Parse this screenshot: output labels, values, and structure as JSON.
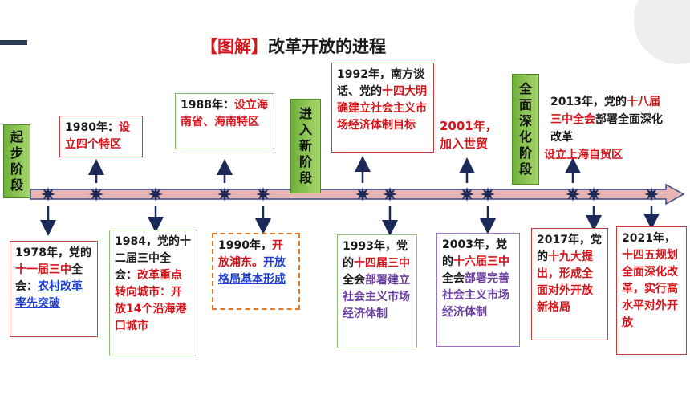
{
  "title": {
    "bracket": "【图解】",
    "main": "改革开放的进程"
  },
  "stages": [
    {
      "id": "qibu",
      "label": "起步阶段"
    },
    {
      "id": "xinjieduan",
      "label": "进入新阶段"
    },
    {
      "id": "quanmian",
      "label": "全面深化阶段"
    }
  ],
  "events": {
    "e1980": {
      "a": "1980年：",
      "b": "设立四个特区"
    },
    "e1988": {
      "a": "1988年：",
      "b": "设立海南省、海南特区"
    },
    "e1992": {
      "a": "1992年，南方谈话、党的",
      "b": "十四大明确建立社会主义市场经济体制目标"
    },
    "e2001": {
      "a": "2001年，加入世贸"
    },
    "e2013": {
      "a": "2013年，党的",
      "b": "十八届三中全会",
      "c": "部署全面深化改革",
      "d": "设立上海自贸区"
    },
    "e1978": {
      "a": "1978年，党的",
      "b": "十一届三中",
      "c": "全会：",
      "d": "农村改革率先突破"
    },
    "e1984": {
      "a": "1984，党的十二届三中全会：",
      "b": "改革重点转向城市：开放14个沿海港口城市"
    },
    "e1990": {
      "a": "1990年，",
      "b": "开放浦东。",
      "c": "开放格局基本形成"
    },
    "e1993": {
      "a": "1993年，党的",
      "b": "十四届三中",
      "c": "全会",
      "d": "部署建立社会主义市场经济体制"
    },
    "e2003": {
      "a": "2003年，党的",
      "b": "十六届三中",
      "c": "全会",
      "d": "部署完善社会主义市场经济体制"
    },
    "e2017": {
      "a": "2017年，党的",
      "b": "十九大提出，形成全面对外开放新格局"
    },
    "e2021": {
      "a": "2021年，",
      "b": "十四五规划全面深化改革，实行高水平对外开放"
    }
  },
  "colors": {
    "axis": "#e8b6b2",
    "axis_border": "#3a4a8a",
    "star": "#1c2a5a",
    "stage_green": "#6fb13a",
    "red": "#d7141a",
    "blue": "#1f3fd0",
    "purple": "#6b3fa0"
  },
  "icons": {
    "marker": "star-marker-icon",
    "arrow": "arrow-icon"
  }
}
